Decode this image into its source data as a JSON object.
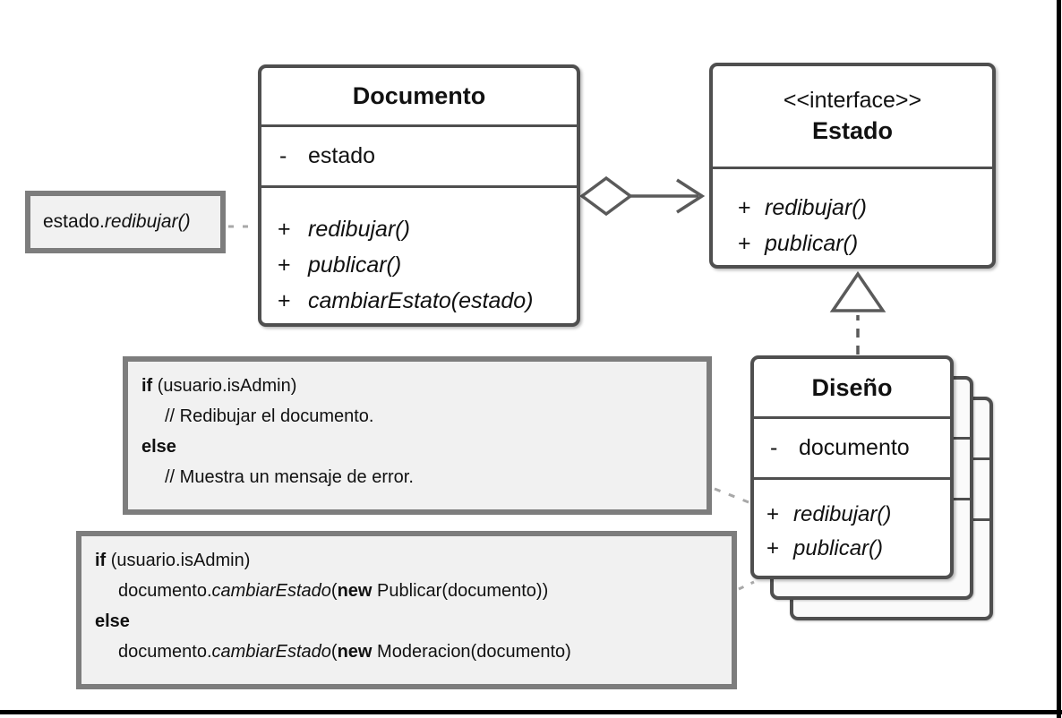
{
  "classes": {
    "documento": {
      "title": "Documento",
      "attr_prefix": "-",
      "attribute": "estado",
      "methods": [
        {
          "prefix": "+",
          "name": "redibujar()"
        },
        {
          "prefix": "+",
          "name": "publicar()"
        },
        {
          "prefix": "+",
          "name": "cambiarEstato(estado)"
        }
      ]
    },
    "estado": {
      "stereotype": "<<interface>>",
      "title": "Estado",
      "methods": [
        {
          "prefix": "+",
          "name": "redibujar()"
        },
        {
          "prefix": "+",
          "name": "publicar()"
        }
      ]
    },
    "diseno": {
      "title": "Diseño",
      "attr_prefix": "-",
      "attribute": "documento",
      "methods": [
        {
          "prefix": "+",
          "name": "redibujar()"
        },
        {
          "prefix": "+",
          "name": "publicar()"
        }
      ]
    }
  },
  "notes": {
    "call": {
      "plain": "estado.",
      "italic": "redibujar()"
    },
    "redraw": {
      "if_kw": "if",
      "if_cond": " (usuario.isAdmin)",
      "then_comment": "// Redibujar el documento.",
      "else_kw": "else",
      "else_comment": "// Muestra un mensaje de error."
    },
    "publish": {
      "if_kw": "if",
      "if_cond": " (usuario.isAdmin)",
      "then_obj": "documento.",
      "then_method": "cambiarEstado",
      "then_open": "(",
      "then_new": "new",
      "then_rest": " Publicar(documento))",
      "else_kw": "else",
      "else_obj": "documento.",
      "else_method": "cambiarEstado",
      "else_open": "(",
      "else_new": "new",
      "else_rest": " Moderacion(documento)"
    }
  },
  "colors": {
    "box_border": "#4f4f4f",
    "note_border": "#7d7d7d",
    "note_fill": "#f1f1f1",
    "connector": "#5a5a5a",
    "note_dash": "#a8a8a8",
    "frame": "#000000"
  }
}
